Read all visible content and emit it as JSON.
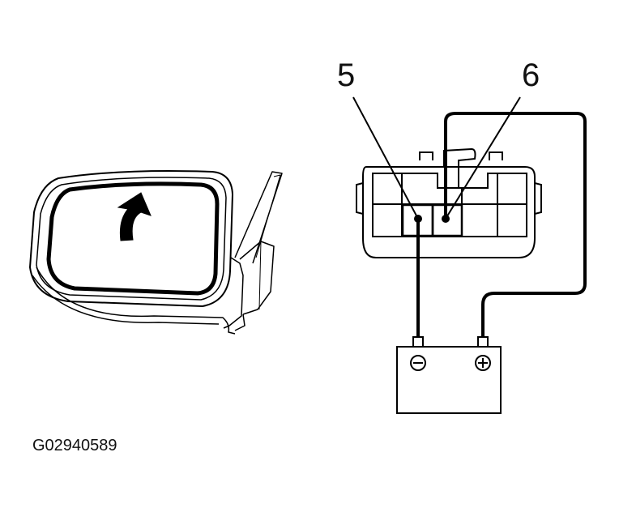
{
  "figure_code": "G02940589",
  "connector": {
    "callouts": {
      "terminal_5": "5",
      "terminal_6": "6"
    }
  },
  "battery": {
    "negative_symbol": "⊖",
    "positive_symbol": "⊕"
  },
  "icons": {
    "rotation": "curved-arrow-icon",
    "mirror": "side-mirror-icon"
  }
}
